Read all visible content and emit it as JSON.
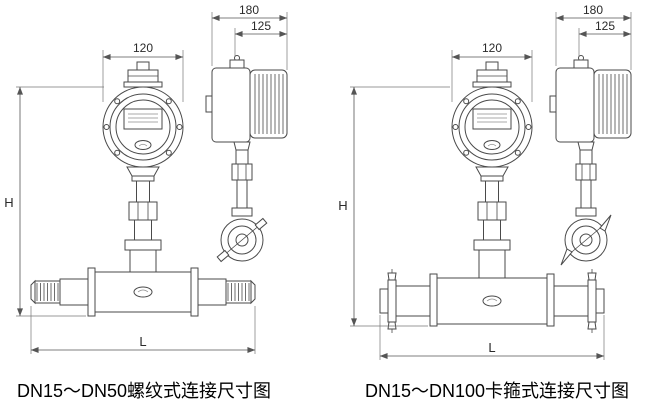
{
  "colors": {
    "background": "#ffffff",
    "line": "#4a4a4a",
    "dimension_line": "#555555",
    "text": "#000000"
  },
  "diagrams": [
    {
      "id": "threaded",
      "caption": "DN15～DN50螺纹式连接尺寸图",
      "dimensions": {
        "head_width": "120",
        "side_depth_total": "180",
        "side_depth_cap": "125",
        "height": "H",
        "length": "L"
      }
    },
    {
      "id": "clamp",
      "caption": "DN15～DN100卡箍式连接尺寸图",
      "dimensions": {
        "head_width": "120",
        "side_depth_total": "180",
        "side_depth_cap": "125",
        "height": "H",
        "length": "L"
      }
    }
  ]
}
